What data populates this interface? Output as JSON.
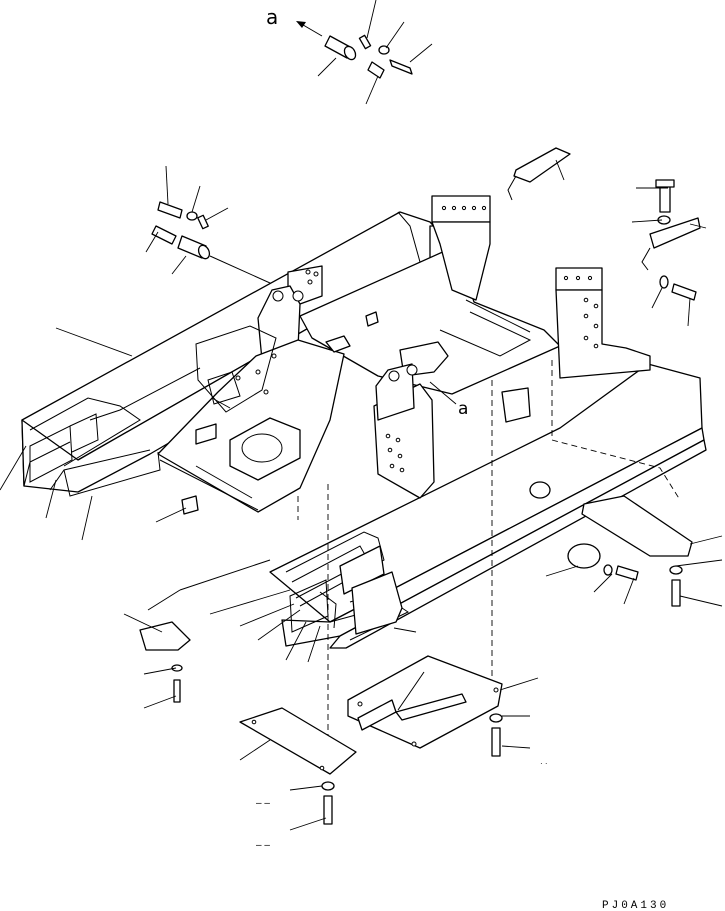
{
  "callouts": {
    "arrow_label": "a",
    "mount_label": "a"
  },
  "footer": {
    "drawing_code": "PJ0A130"
  },
  "dash_marks": [
    "–  –",
    "–  –"
  ]
}
